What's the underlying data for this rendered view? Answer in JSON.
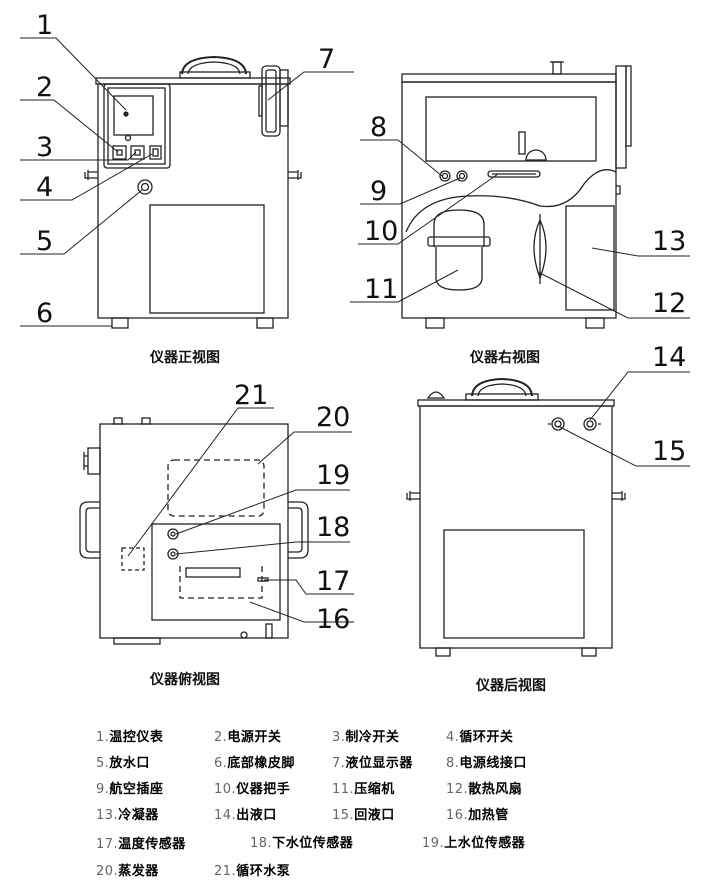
{
  "views": {
    "front": "仪器正视图",
    "right": "仪器右视图",
    "top": "仪器俯视图",
    "back": "仪器后视图"
  },
  "callouts": [
    "1",
    "2",
    "3",
    "4",
    "5",
    "6",
    "7",
    "8",
    "9",
    "10",
    "11",
    "12",
    "13",
    "14",
    "15",
    "16",
    "17",
    "18",
    "19",
    "20",
    "21"
  ],
  "legend": [
    {
      "num": "1.",
      "label": "温控仪表"
    },
    {
      "num": "2.",
      "label": "电源开关"
    },
    {
      "num": "3.",
      "label": "制冷开关"
    },
    {
      "num": "4.",
      "label": "循环开关"
    },
    {
      "num": "5.",
      "label": "放水口"
    },
    {
      "num": "6.",
      "label": "底部橡皮脚"
    },
    {
      "num": "7.",
      "label": "液位显示器"
    },
    {
      "num": "8.",
      "label": "电源线接口"
    },
    {
      "num": "9.",
      "label": "航空插座"
    },
    {
      "num": "10.",
      "label": "仪器把手"
    },
    {
      "num": "11.",
      "label": "压缩机"
    },
    {
      "num": "12.",
      "label": "散热风扇"
    },
    {
      "num": "13.",
      "label": "冷凝器"
    },
    {
      "num": "14.",
      "label": "出液口"
    },
    {
      "num": "15.",
      "label": "回液口"
    },
    {
      "num": "16.",
      "label": "加热管"
    },
    {
      "num": "17.",
      "label": "温度传感器"
    },
    {
      "num": "18.",
      "label": "下水位传感器"
    },
    {
      "num": "19.",
      "label": "上水位传感器"
    },
    {
      "num": "20.",
      "label": "蒸发器"
    },
    {
      "num": "21.",
      "label": "循环水泵"
    }
  ]
}
